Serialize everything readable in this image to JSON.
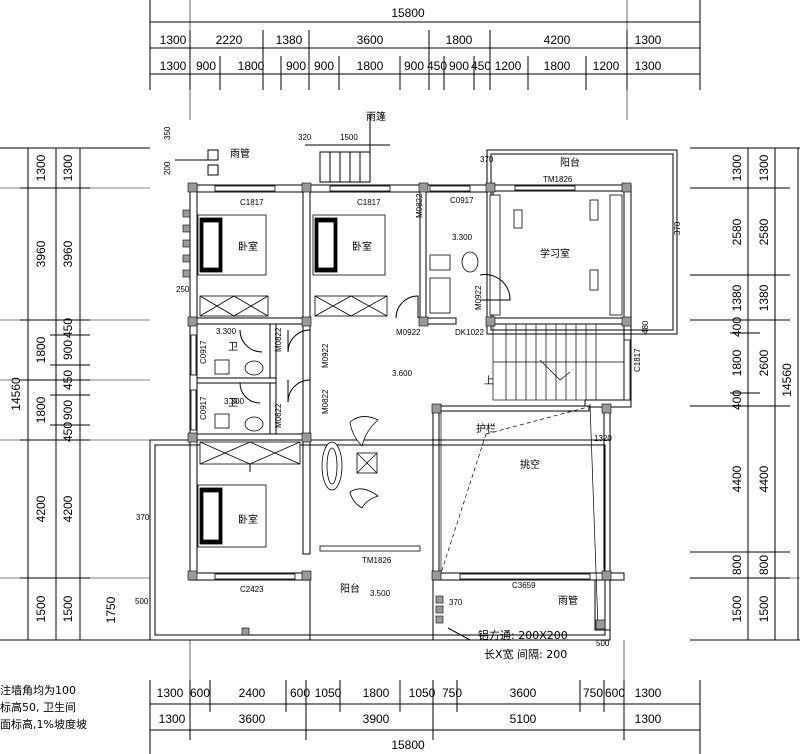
{
  "dims": {
    "overall_top": "15800",
    "top_row1": [
      "1300",
      "2220",
      "1380",
      "3600",
      "1800",
      "4200",
      "1300"
    ],
    "top_row2": [
      "1300",
      "900",
      "1800",
      "900",
      "900",
      "1800",
      "900",
      "450",
      "900",
      "450",
      "1200",
      "1800",
      "1200",
      "1300"
    ],
    "overall_bottom": "15800",
    "bottom_row1": [
      "1300",
      "600",
      "2400",
      "600",
      "1050",
      "1800",
      "1050",
      "750",
      "3600",
      "750",
      "600",
      "1300"
    ],
    "bottom_row2": [
      "1300",
      "3600",
      "3900",
      "5100",
      "1300"
    ],
    "left_total": "14560",
    "left_col1": [
      "1300",
      "3960",
      "1800",
      "1800",
      "4200",
      "1500"
    ],
    "left_col2": [
      "450",
      "900",
      "450",
      "900",
      "450"
    ],
    "right_total": "14560",
    "right_col1": [
      "1300",
      "2580",
      "1380",
      "400",
      "1800",
      "400",
      "4400",
      "800",
      "1500"
    ],
    "right_col2": [
      "1300",
      "2580",
      "1380",
      "2600",
      "4400",
      "800",
      "1500"
    ]
  },
  "rooms": {
    "bedroom1": "卧室",
    "bedroom2": "卧室",
    "bedroom3": "卧室",
    "study": "学习室",
    "balcony_top": "阳台",
    "balcony_bottom": "阳台",
    "void": "挑空",
    "railing": "护栏",
    "canopy": "雨篷",
    "rain_pipe_top": "雨管",
    "rain_pipe_bottom": "雨管",
    "wc1": "卫",
    "wc2": "卫"
  },
  "codes": {
    "c1817a": "C1817",
    "c1817b": "C1817",
    "c0917a": "C0917",
    "c0917b": "C0917",
    "c0917c": "C0917",
    "c1817c": "C1817",
    "c2423": "C2423",
    "c3659": "C3659",
    "tm1826a": "TM1826",
    "tm1826b": "TM1826",
    "m0822a": "M0822",
    "m0822b": "M0822",
    "m0822c": "M0822",
    "m0822d": "M0822",
    "m0922a": "M0922",
    "m0922b": "M0922",
    "m0922c": "M0922",
    "dk1022": "DK1022"
  },
  "elevations": {
    "e3300a": "3.300",
    "e3300b": "3.300",
    "e3300c": "3.300",
    "e3600": "3.600",
    "e3500": "3.500"
  },
  "misc_dims": {
    "d320": "320",
    "d1500": "1500",
    "d350": "350",
    "d200": "200",
    "d250": "250",
    "d370a": "370",
    "d370b": "370",
    "d370c": "370",
    "d370d": "370",
    "d500a": "500",
    "d500b": "500",
    "d1750": "1750",
    "d1320": "1320",
    "d480": "480"
  },
  "legend": {
    "grille_line1": "铝方通: 200X200",
    "grille_line2": "长X宽  间隔: 200",
    "up": "上"
  },
  "notes": {
    "line1": "注墙角均为100",
    "line2": "标高50, 卫生间",
    "line3": "面标高,1%坡度坡"
  }
}
